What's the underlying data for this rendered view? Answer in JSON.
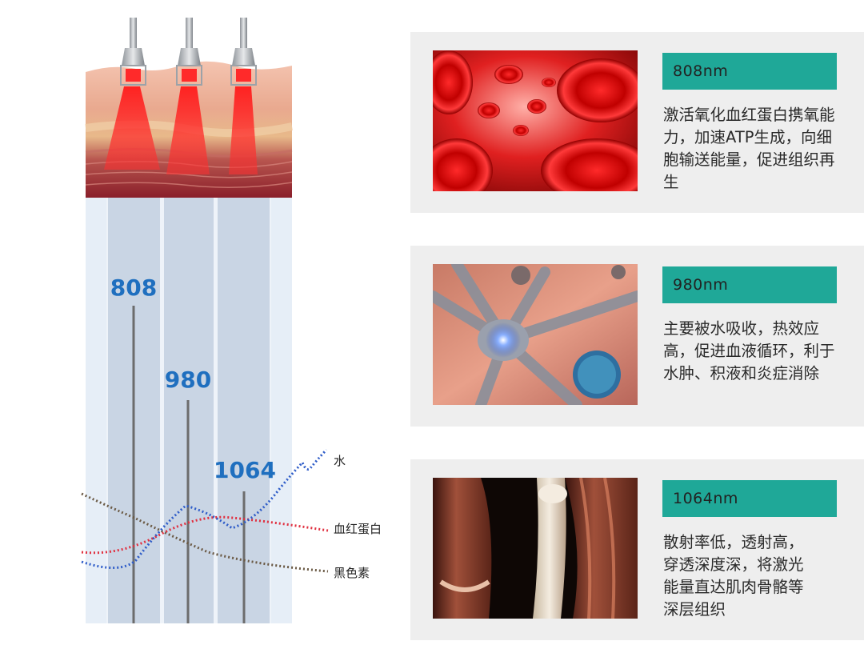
{
  "diagram": {
    "wavelength_labels": [
      "808",
      "980",
      "1064"
    ],
    "curve_labels": {
      "water": "水",
      "hemoglobin": "血红蛋白",
      "melanin": "黑色素"
    },
    "colors": {
      "wavelength_label": "#1f6fbf",
      "water_curve": "#2e5cc8",
      "hemoglobin_curve": "#e03040",
      "melanin_curve": "#6b5a45",
      "laser_beam": "#ff2a2a",
      "column_bg": "#c8d4e2"
    }
  },
  "cards": [
    {
      "wavelength": "808nm",
      "description": "激活氧化血红蛋白携氧能力，加速ATP生成，向细胞输送能量，促进组织再生",
      "image": "red-blood-cells"
    },
    {
      "wavelength": "980nm",
      "description": "主要被水吸收，热效应高，促进血液循环，利于水肿、积液和炎症消除",
      "image": "neuron-cell"
    },
    {
      "wavelength": "1064nm",
      "description": "散射率低，透射高，穿透深度深，将激光能量直达肌肉骨骼等深层组织",
      "image": "muscle-tissue"
    }
  ],
  "accent_color": "#1fa898"
}
